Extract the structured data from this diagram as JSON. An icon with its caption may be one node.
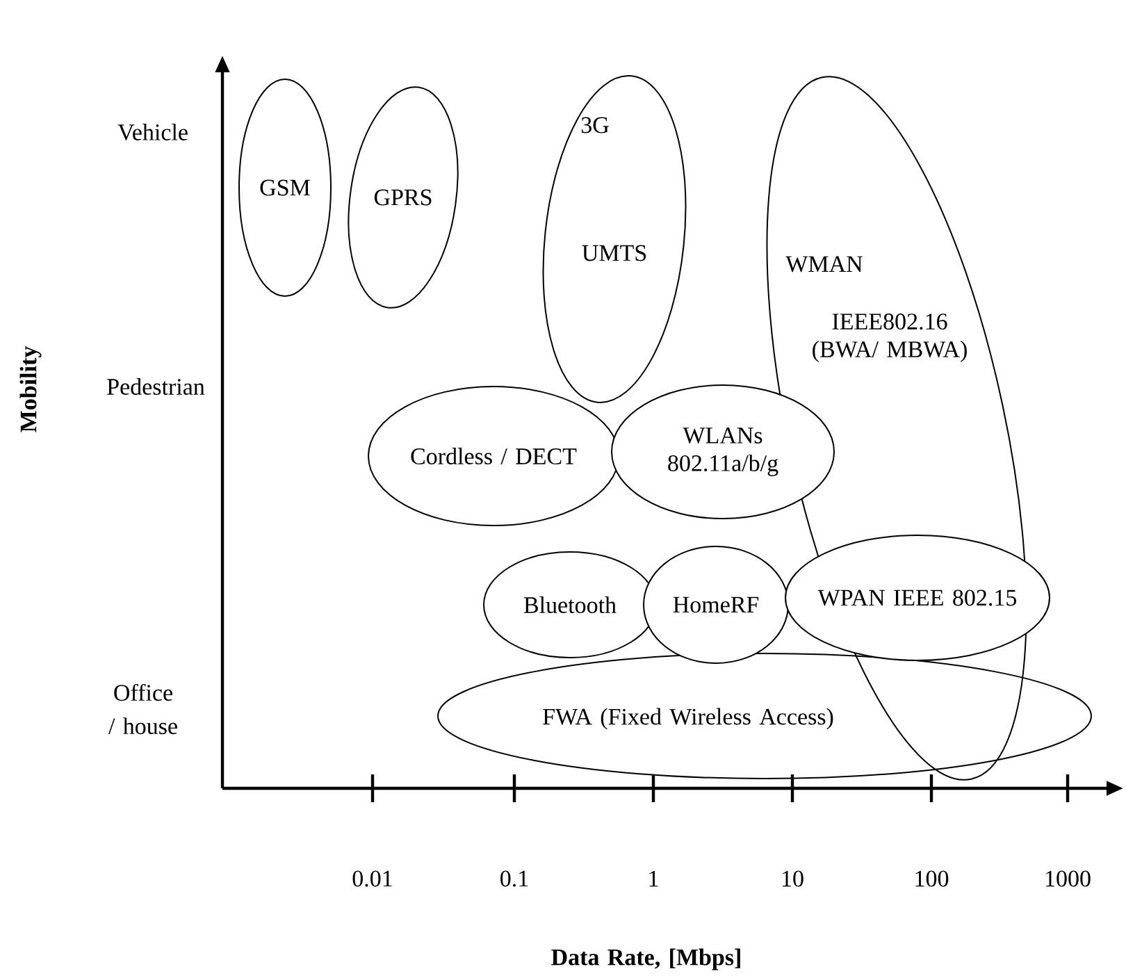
{
  "diagram": {
    "nodes": [
      {
        "text": [
          "GSM"
        ]
      },
      {
        "text": [
          "GPRS"
        ]
      },
      {
        "text": [
          "3G",
          "UMTS"
        ]
      },
      {
        "text": [
          "WMAN",
          "IEEE802.16 (BWA/ MBWA)"
        ]
      },
      {
        "text": [
          "Cordless / DECT"
        ]
      },
      {
        "text": [
          "WLANs 802.11a/b/g"
        ]
      },
      {
        "text": [
          "Bluetooth"
        ]
      },
      {
        "text": [
          "HomeRF"
        ]
      },
      {
        "text": [
          "WPAN IEEE 802.15"
        ]
      },
      {
        "text": [
          "FWA (Fixed Wireless Access)"
        ]
      }
    ],
    "edges": [],
    "labels": [
      "Vehicle",
      "Pedestrian",
      "Office / house",
      "Mobility",
      "0.01",
      "0.1",
      "1",
      "10",
      "100",
      "1000",
      "Data Rate, [Mbps]"
    ]
  }
}
